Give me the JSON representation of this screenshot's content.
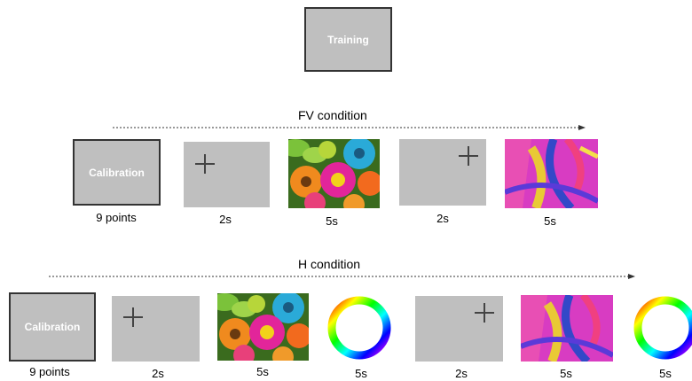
{
  "training": {
    "label": "Training"
  },
  "fv": {
    "title": "FV condition",
    "calibration_label": "Calibration",
    "captions": [
      "9 points",
      "2s",
      "5s",
      "2s",
      "5s"
    ]
  },
  "h": {
    "title": "H condition",
    "calibration_label": "Calibration",
    "captions": [
      "9 points",
      "2s",
      "5s",
      "5s",
      "2s",
      "5s",
      "5s"
    ]
  },
  "icons": {
    "fixation": "fixation-cross-icon",
    "flowers": "flowers-image",
    "abstract": "abstract-painting-image",
    "color_wheel": "color-wheel-icon"
  },
  "colors": {
    "box_fill": "#bfbfbf",
    "box_border": "#333333",
    "cross": "#444444"
  }
}
